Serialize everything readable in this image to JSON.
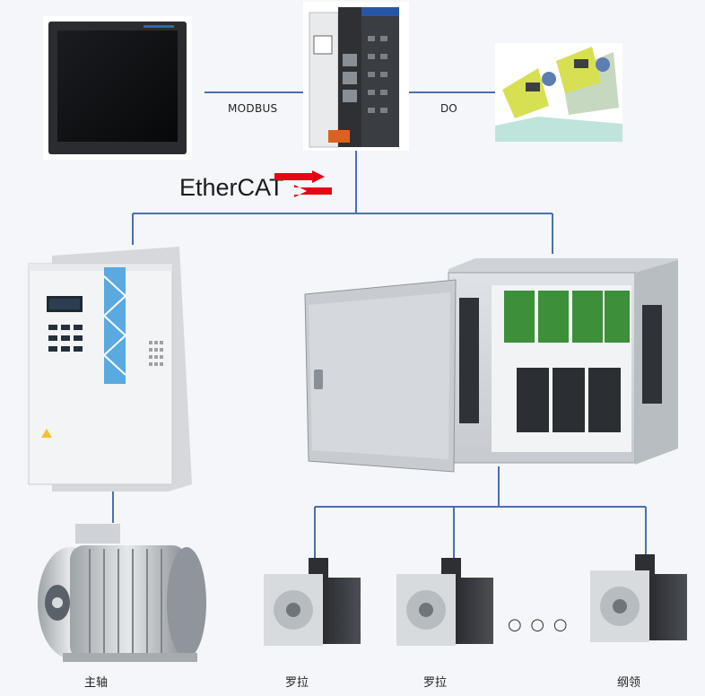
{
  "links": {
    "modbus": "MODBUS",
    "do": "DO"
  },
  "ethercat_logo": {
    "text": "EtherCAT",
    "brand_color": "#e30613"
  },
  "labels": {
    "spindle": "主轴",
    "roller_1": "罗拉",
    "roller_2": "罗拉",
    "ellipsis": "○ ○ ○",
    "collar": "纲领"
  },
  "colors": {
    "connector_line": "#4a6fb3",
    "background": "#f4f6f9"
  }
}
